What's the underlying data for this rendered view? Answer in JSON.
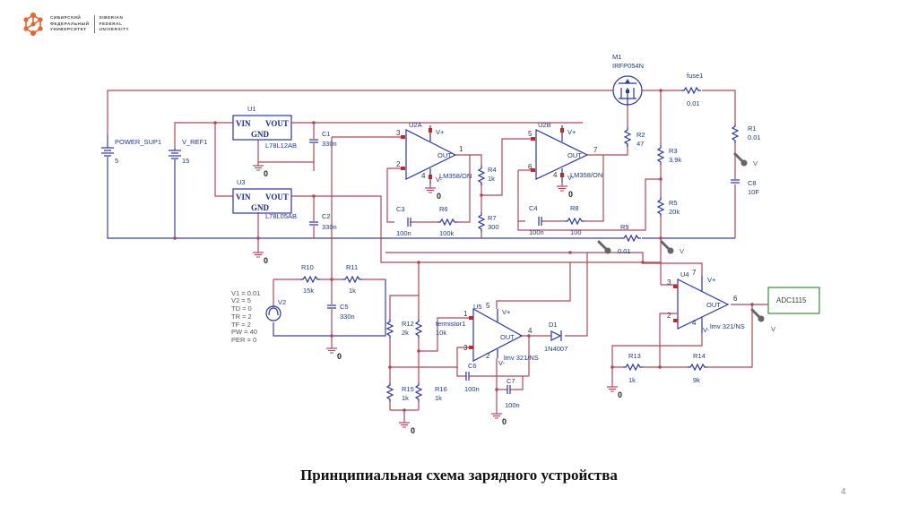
{
  "logo": {
    "line1_ru": "СИБИРСКИЙ",
    "line2_ru": "ФЕДЕРАЛЬНЫЙ",
    "line3_ru": "УНИВЕРСИТЕТ",
    "line1_en": "SIBERIAN",
    "line2_en": "FEDERAL",
    "line3_en": "UNIVERSITY",
    "color": "#e8622a"
  },
  "schematic": {
    "sources": {
      "power_sup": {
        "name": "POWER_SUP1",
        "value": "5"
      },
      "v_ref": {
        "name": "V_REF1",
        "value": "15"
      },
      "v2": {
        "name": "V2",
        "params": [
          "V1 = 0.01",
          "V2 = 5",
          "TD = 0",
          "TR = 2",
          "TF = 2",
          "PW = 40",
          "PER = 0"
        ]
      }
    },
    "regulators": {
      "u1": {
        "ref": "U1",
        "part": "L78L12AB",
        "vin": "VIN",
        "vout": "VOUT",
        "gnd": "GND"
      },
      "u3": {
        "ref": "U3",
        "part": "L78L05AB",
        "vin": "VIN",
        "vout": "VOUT",
        "gnd": "GND"
      }
    },
    "opamps": {
      "u2a": {
        "ref": "U2A",
        "part": "LM358/ON",
        "pin_plus": "3",
        "pin_minus": "2",
        "pin_out": "1",
        "pin_vminus": "4",
        "vplus": "V+",
        "vminus": "V-",
        "out": "OUT"
      },
      "u2b": {
        "ref": "U2B",
        "part": "LM358/ON",
        "pin_plus": "5",
        "pin_minus": "6",
        "pin_out": "7",
        "pin_vminus": "4",
        "vplus": "V+",
        "vminus": "V-",
        "out": "OUT"
      },
      "u5": {
        "ref": "U5",
        "part": "lmv 321/NS",
        "pin_plus": "1",
        "pin_minus": "3",
        "pin_out": "4",
        "pin_vplus": "5",
        "pin_vminus": "2",
        "vplus": "V+",
        "vminus": "V-",
        "out": "OUT"
      },
      "u4": {
        "ref": "U4",
        "part": "lmv 321/NS",
        "pin_plus": "3",
        "pin_minus": "2",
        "pin_out": "6",
        "pin_vplus": "7",
        "pin_vminus": "4",
        "vplus": "V+",
        "vminus": "V-",
        "out": "OUT"
      }
    },
    "transistor": {
      "ref": "M1",
      "part": "IRFP054N"
    },
    "diode": {
      "ref": "D1",
      "part": "1N4007"
    },
    "resistors": {
      "fuse1": {
        "ref": "fuse1",
        "value": "0.01"
      },
      "r1": {
        "ref": "R1",
        "value": "0.01"
      },
      "r2": {
        "ref": "R2",
        "value": "47"
      },
      "r3": {
        "ref": "R3",
        "value": "3.9k"
      },
      "r4": {
        "ref": "R4",
        "value": "1k"
      },
      "r5": {
        "ref": "R5",
        "value": "20k"
      },
      "r6": {
        "ref": "R6",
        "value": "100k"
      },
      "r7": {
        "ref": "R7",
        "value": "300"
      },
      "r8": {
        "ref": "R8",
        "value": "100"
      },
      "r9": {
        "ref": "R9",
        "value": "0.01"
      },
      "r10": {
        "ref": "R10",
        "value": "15k"
      },
      "r11": {
        "ref": "R11",
        "value": "1k"
      },
      "r12": {
        "ref": "R12",
        "value": "2k"
      },
      "r13": {
        "ref": "R13",
        "value": "1k"
      },
      "r14": {
        "ref": "R14",
        "value": "9k"
      },
      "r15": {
        "ref": "R15",
        "value": "1k"
      },
      "r16": {
        "ref": "R16",
        "value": "1k"
      },
      "thermistor": {
        "ref": "termistor1",
        "value": "10k"
      }
    },
    "capacitors": {
      "c1": {
        "ref": "C1",
        "value": "330n"
      },
      "c2": {
        "ref": "C2",
        "value": "330n"
      },
      "c3": {
        "ref": "C3",
        "value": "100n"
      },
      "c4": {
        "ref": "C4",
        "value": "100n"
      },
      "c5": {
        "ref": "C5",
        "value": "330n"
      },
      "c6": {
        "ref": "C6",
        "value": "100n"
      },
      "c7": {
        "ref": "C7",
        "value": "100n"
      },
      "c8": {
        "ref": "C8",
        "value": "10F"
      }
    },
    "adc": {
      "label": "ADC1115"
    },
    "ground_label": "0",
    "probe_label": "V"
  },
  "caption": "Принципиальная схема зарядного устройства",
  "page_number": "4"
}
